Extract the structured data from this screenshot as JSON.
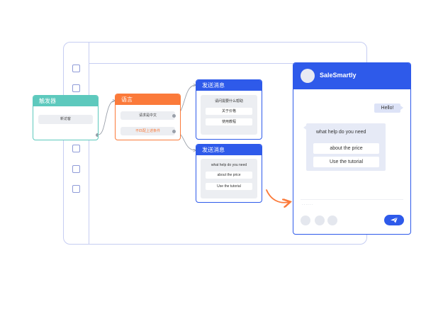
{
  "trigger_node": {
    "title": "触发器",
    "item": "新访客",
    "color": "#5dc9bd"
  },
  "language_node": {
    "title": "语言",
    "option_1": "请求是中文",
    "option_2": "不匹配上述条件",
    "color": "#fb7a3a"
  },
  "send_node_cn": {
    "title": "发送消息",
    "question": "请问需要什么帮助",
    "buttons": [
      "关于价格",
      "使用教程"
    ],
    "color": "#2e5aea"
  },
  "send_node_en": {
    "title": "发送消息",
    "question": "what help do you need",
    "buttons": [
      "about the price",
      "Use the tutorial"
    ],
    "color": "#2e5aea"
  },
  "chat_widget": {
    "brand": "SaleSmartly",
    "user_message": "Hello!",
    "bot_question": "what help do you need",
    "options": [
      "about the price",
      "Use the tutorial"
    ],
    "input_dots": "......",
    "send_icon": "paper-plane-icon",
    "accent": "#2e5aea"
  },
  "colors": {
    "arrow": "#fb7a3a",
    "canvas_border": "#c6cdf2"
  }
}
